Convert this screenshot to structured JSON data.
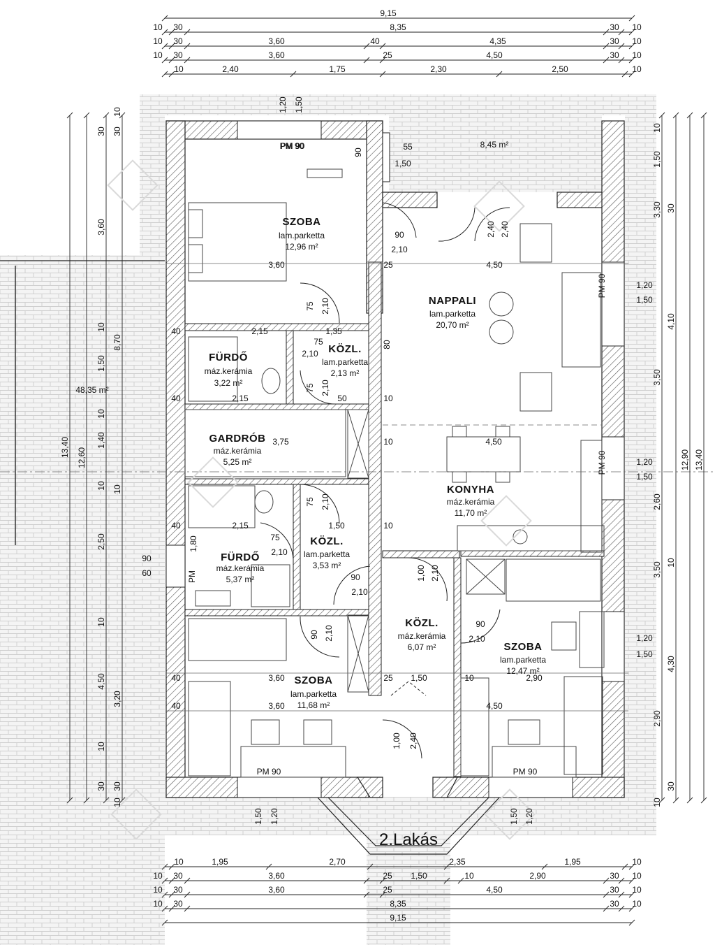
{
  "title": "2.Lakás",
  "rooms": [
    {
      "id": "szoba1",
      "name": "SZOBA",
      "floor": "lam.parketta",
      "area": "12,96 m²"
    },
    {
      "id": "nappali",
      "name": "NAPPALI",
      "floor": "lam.parketta",
      "area": "20,70 m²"
    },
    {
      "id": "furdo1",
      "name": "FÜRDŐ",
      "floor": "máz.kerámia",
      "area": "3,22 m²"
    },
    {
      "id": "kozl1",
      "name": "KÖZL.",
      "floor": "lam.parketta",
      "area": "2,13 m²"
    },
    {
      "id": "gardrob",
      "name": "GARDRÓB",
      "floor": "máz.kerámia",
      "area": "5,25 m²"
    },
    {
      "id": "konyha",
      "name": "KONYHA",
      "floor": "máz.kerámia",
      "area": "11,70 m²"
    },
    {
      "id": "furdo2",
      "name": "FÜRDŐ",
      "floor": "máz.kerámia",
      "area": "5,37 m²"
    },
    {
      "id": "kozl2",
      "name": "KÖZL.",
      "floor": "lam.parketta",
      "area": "3,53 m²"
    },
    {
      "id": "kozl3",
      "name": "KÖZL.",
      "floor": "máz.kerámia",
      "area": "6,07 m²"
    },
    {
      "id": "szoba2",
      "name": "SZOBA",
      "floor": "lam.parketta",
      "area": "12,47 m²"
    },
    {
      "id": "szoba3",
      "name": "SZOBA",
      "floor": "lam.parketta",
      "area": "11,68 m²"
    }
  ],
  "areas": {
    "terrace": "8,45 m²",
    "garden": "48,35 m²"
  },
  "dimensions": {
    "top": [
      {
        "labels": [
          "9,15"
        ]
      },
      {
        "labels": [
          "10",
          "30",
          "8,35",
          "30",
          "10"
        ]
      },
      {
        "labels": [
          "10",
          "30",
          "3,60",
          "40",
          "4,35",
          "30",
          "10"
        ]
      },
      {
        "labels": [
          "10",
          "30",
          "3,60",
          "25",
          "4,50",
          "30",
          "10"
        ]
      },
      {
        "labels": [
          "10",
          "2,40",
          "1,75",
          "2,30",
          "2,50",
          "10"
        ]
      }
    ],
    "bottom": [
      {
        "labels": [
          "10",
          "1,95",
          "2,70",
          "2,35",
          "1,95",
          "10"
        ]
      },
      {
        "labels": [
          "10",
          "30",
          "3,60",
          "25",
          "1,50",
          "10",
          "2,90",
          "30",
          "10"
        ]
      },
      {
        "labels": [
          "10",
          "30",
          "3,60",
          "25",
          "4,50",
          "30",
          "10"
        ]
      },
      {
        "labels": [
          "10",
          "30",
          "8,35",
          "30",
          "10"
        ]
      },
      {
        "labels": [
          "9,15"
        ]
      }
    ],
    "left": [
      {
        "labels": [
          "13,40"
        ]
      },
      {
        "labels": [
          "12,60"
        ]
      },
      {
        "labels": [
          "30",
          "3,60",
          "10",
          "1,50",
          "10",
          "1,40",
          "10",
          "2,50",
          "10",
          "4,50",
          "10",
          "30"
        ]
      },
      {
        "labels": [
          "10",
          "30",
          "8,70",
          "10",
          "3,20",
          "30",
          "10"
        ]
      }
    ],
    "right": [
      {
        "labels": [
          "10",
          "1,50",
          "3,30",
          "3,50",
          "2,60",
          "3,50",
          "2,90",
          "10"
        ]
      },
      {
        "labels": [
          "30",
          "4,10",
          "10",
          "4,30",
          "30"
        ]
      },
      {
        "labels": [
          "12,90"
        ]
      },
      {
        "labels": [
          "13,40"
        ]
      }
    ]
  },
  "annotations": [
    "PM 90",
    "90",
    "55",
    "1,50",
    "90",
    "2,10",
    "2,40",
    "2,40",
    "3,60",
    "4,50",
    "25",
    "75",
    "2,10",
    "40",
    "2,15",
    "1,35",
    "75",
    "2,10",
    "80",
    "75",
    "2,10",
    "2,15",
    "40",
    "50",
    "10",
    "3,75",
    "10",
    "4,50",
    "75",
    "2,10",
    "40",
    "2,15",
    "1,50",
    "10",
    "75",
    "2,10",
    "90",
    "60",
    "1,80",
    "PM",
    "90",
    "2,10",
    "1,00",
    "2,10",
    "90",
    "2,10",
    "90",
    "2,10",
    "40",
    "3,60",
    "25",
    "1,50",
    "10",
    "2,90",
    "40",
    "3,60",
    "4,50",
    "1,00",
    "2,40",
    "PM 90",
    "PM 90",
    "PM 90",
    "PM 90",
    "PM 90",
    "1,20",
    "1,50",
    "1,20",
    "1,50",
    "1,20",
    "1,50",
    "1,50",
    "1,20",
    "1,50",
    "1,20",
    "1,20",
    "1,50"
  ],
  "colors": {
    "wall_hatch": "#555555",
    "line": "#222222",
    "brick": "#cfcfcf",
    "furniture": "#444444",
    "watermark": "#d9d9d9"
  }
}
